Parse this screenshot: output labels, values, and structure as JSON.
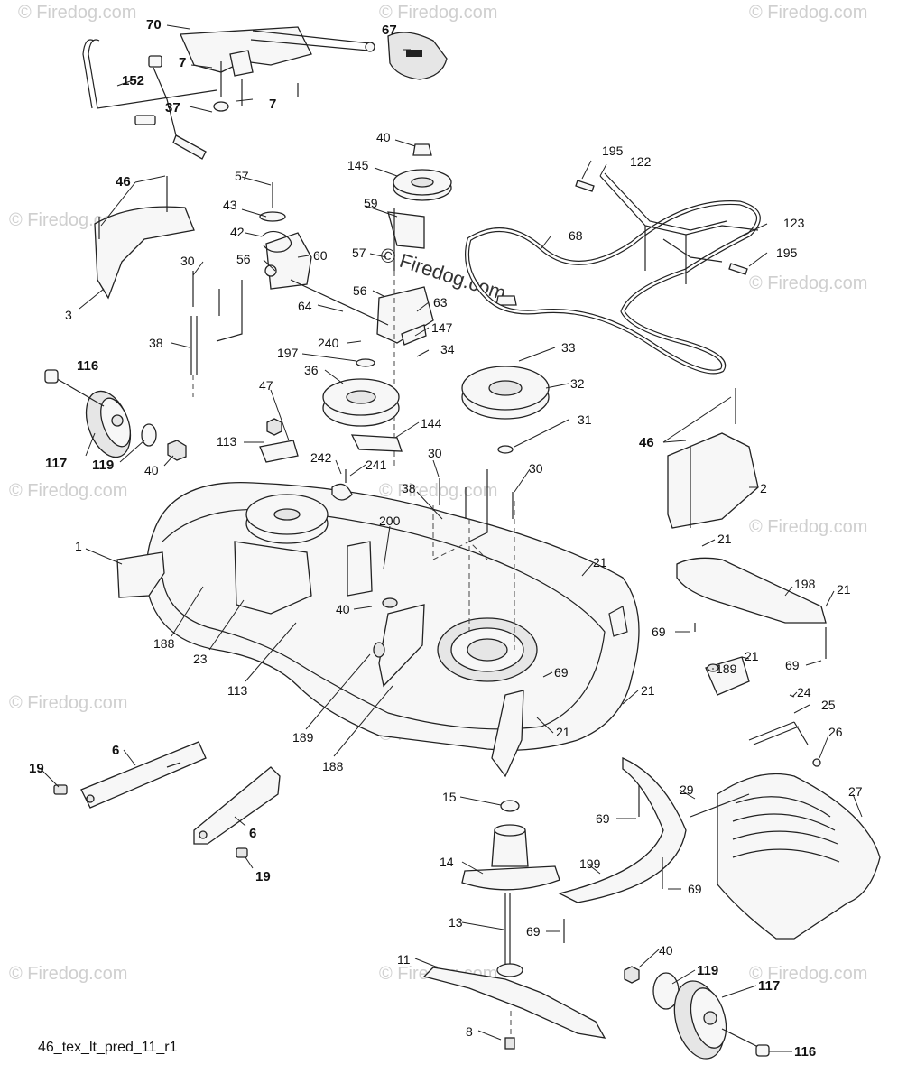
{
  "watermark": "© Firedog.com",
  "center_watermark": "© Firedog.com",
  "drawing_code": "46_tex_lt_pred_11_r1",
  "callouts": [
    {
      "id": "c70",
      "text": "70"
    },
    {
      "id": "c67",
      "text": "67"
    },
    {
      "id": "c7a",
      "text": "7"
    },
    {
      "id": "c152",
      "text": "152"
    },
    {
      "id": "c7b",
      "text": "7"
    },
    {
      "id": "c37",
      "text": "37"
    },
    {
      "id": "c40a",
      "text": "40"
    },
    {
      "id": "c145",
      "text": "145"
    },
    {
      "id": "c195a",
      "text": "195"
    },
    {
      "id": "c122",
      "text": "122"
    },
    {
      "id": "c46a",
      "text": "46"
    },
    {
      "id": "c57a",
      "text": "57"
    },
    {
      "id": "c59",
      "text": "59"
    },
    {
      "id": "c43",
      "text": "43"
    },
    {
      "id": "c42",
      "text": "42"
    },
    {
      "id": "c68",
      "text": "68"
    },
    {
      "id": "c123",
      "text": "123"
    },
    {
      "id": "c195b",
      "text": "195"
    },
    {
      "id": "c56a",
      "text": "56"
    },
    {
      "id": "c60",
      "text": "60"
    },
    {
      "id": "c57b",
      "text": "57"
    },
    {
      "id": "c30a",
      "text": "30"
    },
    {
      "id": "c3",
      "text": "3"
    },
    {
      "id": "c56b",
      "text": "56"
    },
    {
      "id": "c63",
      "text": "63"
    },
    {
      "id": "c64",
      "text": "64"
    },
    {
      "id": "c147",
      "text": "147"
    },
    {
      "id": "c38a",
      "text": "38"
    },
    {
      "id": "c240",
      "text": "240"
    },
    {
      "id": "c34",
      "text": "34"
    },
    {
      "id": "c197",
      "text": "197"
    },
    {
      "id": "c33",
      "text": "33"
    },
    {
      "id": "c116a",
      "text": "116"
    },
    {
      "id": "c36",
      "text": "36"
    },
    {
      "id": "c32",
      "text": "32"
    },
    {
      "id": "c47",
      "text": "47"
    },
    {
      "id": "c31",
      "text": "31"
    },
    {
      "id": "c144",
      "text": "144"
    },
    {
      "id": "c113a",
      "text": "113"
    },
    {
      "id": "c46b",
      "text": "46"
    },
    {
      "id": "c117a",
      "text": "117"
    },
    {
      "id": "c119a",
      "text": "119"
    },
    {
      "id": "c40b",
      "text": "40"
    },
    {
      "id": "c242",
      "text": "242"
    },
    {
      "id": "c241",
      "text": "241"
    },
    {
      "id": "c30b",
      "text": "30"
    },
    {
      "id": "c30c",
      "text": "30"
    },
    {
      "id": "c2",
      "text": "2"
    },
    {
      "id": "c38b",
      "text": "38"
    },
    {
      "id": "c1",
      "text": "1"
    },
    {
      "id": "c200",
      "text": "200"
    },
    {
      "id": "c21a",
      "text": "21"
    },
    {
      "id": "c21b",
      "text": "21"
    },
    {
      "id": "c198",
      "text": "198"
    },
    {
      "id": "c21c",
      "text": "21"
    },
    {
      "id": "c40c",
      "text": "40"
    },
    {
      "id": "c69a",
      "text": "69"
    },
    {
      "id": "c188a",
      "text": "188"
    },
    {
      "id": "c189a",
      "text": "189"
    },
    {
      "id": "c21d",
      "text": "21"
    },
    {
      "id": "c23",
      "text": "23"
    },
    {
      "id": "c69b",
      "text": "69"
    },
    {
      "id": "c113b",
      "text": "113"
    },
    {
      "id": "c69c",
      "text": "69"
    },
    {
      "id": "c24",
      "text": "24"
    },
    {
      "id": "c25",
      "text": "25"
    },
    {
      "id": "c21e",
      "text": "21"
    },
    {
      "id": "c189b",
      "text": "189"
    },
    {
      "id": "c21f",
      "text": "21"
    },
    {
      "id": "c26",
      "text": "26"
    },
    {
      "id": "c6a",
      "text": "6"
    },
    {
      "id": "c188b",
      "text": "188"
    },
    {
      "id": "c19a",
      "text": "19"
    },
    {
      "id": "c27",
      "text": "27"
    },
    {
      "id": "c15",
      "text": "15"
    },
    {
      "id": "c29",
      "text": "29"
    },
    {
      "id": "c69d",
      "text": "69"
    },
    {
      "id": "c6b",
      "text": "6"
    },
    {
      "id": "c14",
      "text": "14"
    },
    {
      "id": "c19b",
      "text": "19"
    },
    {
      "id": "c199",
      "text": "199"
    },
    {
      "id": "c69e",
      "text": "69"
    },
    {
      "id": "c13",
      "text": "13"
    },
    {
      "id": "c69f",
      "text": "69"
    },
    {
      "id": "c40d",
      "text": "40"
    },
    {
      "id": "c11",
      "text": "11"
    },
    {
      "id": "c119b",
      "text": "119"
    },
    {
      "id": "c117b",
      "text": "117"
    },
    {
      "id": "c8",
      "text": "8"
    },
    {
      "id": "c116b",
      "text": "116"
    }
  ]
}
